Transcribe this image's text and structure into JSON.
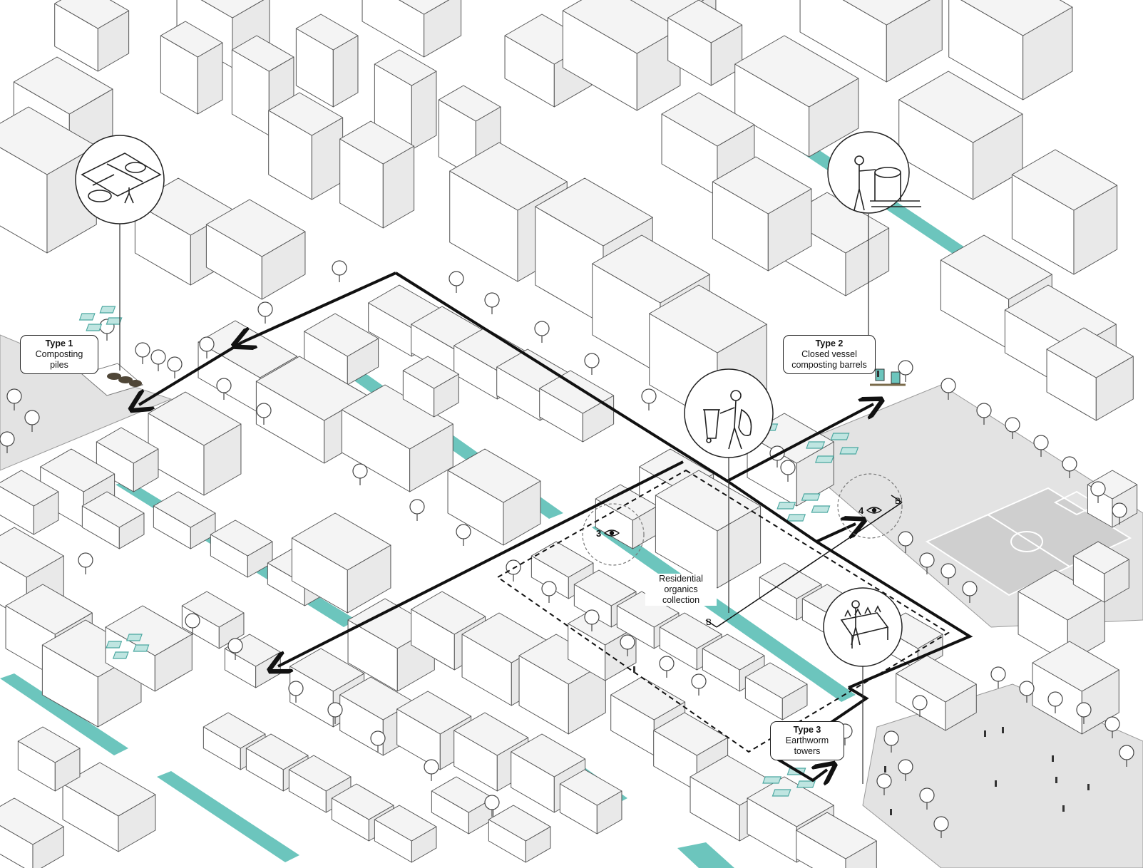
{
  "labels": {
    "type1": {
      "title": "Type 1",
      "line1": "Composting",
      "line2": "piles"
    },
    "type2": {
      "title": "Type 2",
      "line1": "Closed vessel",
      "line2": "composting barrels"
    },
    "type3": {
      "title": "Type 3",
      "line1": "Earthworm",
      "line2": "towers"
    },
    "residential": {
      "line1": "Residential",
      "line2": "organics",
      "line3": "collection"
    },
    "markers": {
      "m3": "3",
      "m4": "4"
    },
    "section": {
      "b": "B",
      "b_prime": "B'"
    }
  },
  "colors": {
    "teal": "#6cc5bd",
    "building_fill": "#f4f4f4",
    "building_stroke": "#555555",
    "plaza": "#e3e3e3",
    "route": "#111111"
  },
  "icons": {
    "vignette1": "compost-pile-icon",
    "vignette2": "compost-barrel-worker-icon",
    "vignette_bin": "waste-bin-person-icon",
    "vignette3": "earthworm-tower-icon",
    "eye": "eye-icon"
  }
}
